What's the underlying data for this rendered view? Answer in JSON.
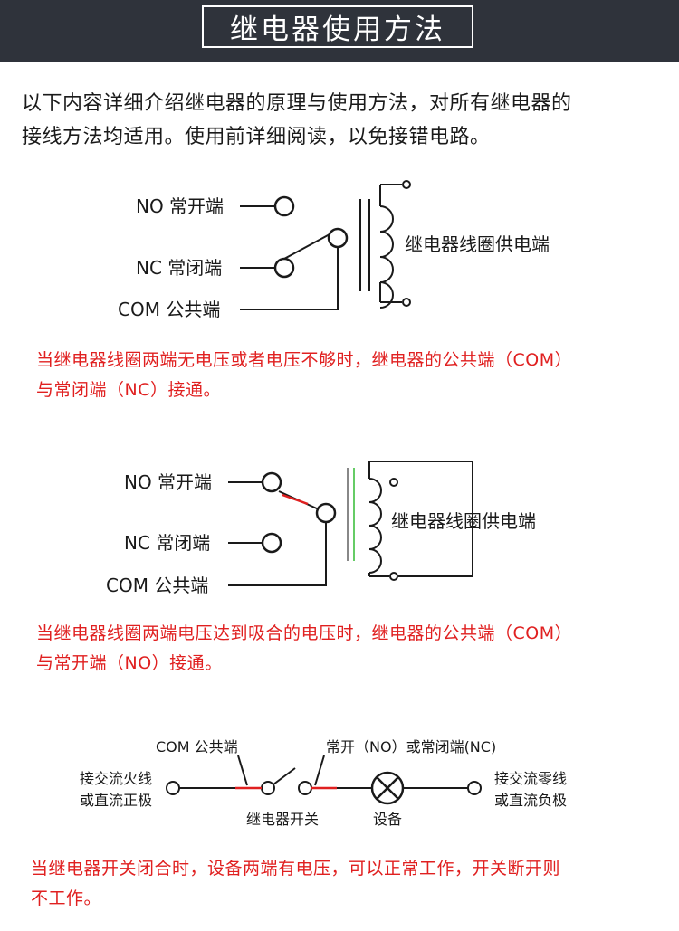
{
  "header": {
    "title": "继电器使用方法"
  },
  "intro": {
    "line1": "以下内容详细介绍继电器的原理与使用方法，对所有继电器的",
    "line2": "接线方法均适用。使用前详细阅读，以免接错电路。"
  },
  "diagram1": {
    "no_label": "NO 常开端",
    "nc_label": "NC 常闭端",
    "com_label": "COM 公共端",
    "coil_label": "继电器线圈供电端"
  },
  "note1": {
    "line1": "当继电器线圈两端无电压或者电压不够时，继电器的公共端（COM）",
    "line2": "与常闭端（NC）接通。"
  },
  "diagram2": {
    "no_label": "NO 常开端",
    "nc_label": "NC 常闭端",
    "com_label": "COM 公共端",
    "coil_label": "继电器线圈供电端"
  },
  "note2": {
    "line1": "当继电器线圈两端电压达到吸合的电压时，继电器的公共端（COM）",
    "line2": "与常开端（NO）接通。"
  },
  "diagram3": {
    "com_label": "COM 公共端",
    "no_nc_label": "常开（NO）或常闭端(NC)",
    "live_line1": "接交流火线",
    "live_line2": "或直流正极",
    "neutral_line1": "接交流零线",
    "neutral_line2": "或直流负极",
    "switch_label": "继电器开关",
    "device_label": "设备"
  },
  "note3": {
    "line1": "当继电器开关闭合时，设备两端有电压，可以正常工作，开关断开则",
    "line2": "不工作。"
  },
  "colors": {
    "header_bg": "#2f333b",
    "note_red": "#e02020",
    "accent_red": "#e02020"
  }
}
